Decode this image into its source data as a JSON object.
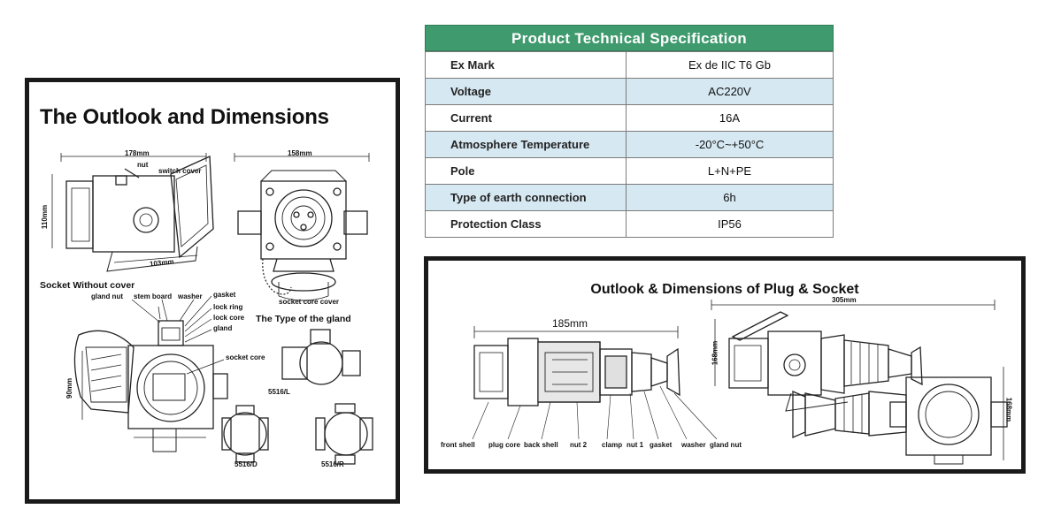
{
  "left": {
    "title": "The Outlook and Dimensions",
    "dims": {
      "w178": "178mm",
      "w158": "158mm",
      "h110": "110mm",
      "w103": "103mm",
      "h90": "90mm"
    },
    "parts": {
      "nut": "nut",
      "switch_cover": "switch cover",
      "socket_core_cover": "socket core cover"
    },
    "socket_without_cover": "Socket Without cover",
    "socket_parts": {
      "gland_nut": "gland nut",
      "stem_board": "stem board",
      "washer": "washer",
      "gasket": "gasket",
      "lock_ring": "lock ring",
      "lock_core": "lock core",
      "gland": "gland",
      "socket_core": "socket core"
    },
    "gland_title": "The Type of the gland",
    "gland_types": {
      "l": "5516/L",
      "d": "5516/D",
      "r": "5516/R"
    }
  },
  "spec": {
    "header": "Product Technical Specification",
    "rows": [
      {
        "key": "Ex Mark",
        "value": "Ex de IIC T6 Gb"
      },
      {
        "key": "Voltage",
        "value": "AC220V"
      },
      {
        "key": "Current",
        "value": "16A"
      },
      {
        "key": "Atmosphere Temperature",
        "value": "-20°C~+50°C"
      },
      {
        "key": "Pole",
        "value": "L+N+PE"
      },
      {
        "key": "Type of earth connection",
        "value": "6h"
      },
      {
        "key": "Protection Class",
        "value": "IP56"
      }
    ]
  },
  "right": {
    "title": "Outlook & Dimensions of Plug & Socket",
    "dims": {
      "w185": "185mm",
      "w305": "305mm",
      "h168": "168mm",
      "h168b": "168mm"
    },
    "plug_parts": {
      "front_shell": "front shell",
      "plug_core": "plug core",
      "back_shell": "back shell",
      "nut2": "nut 2",
      "clamp": "clamp",
      "nut1": "nut 1",
      "gasket": "gasket",
      "washer": "washer",
      "gland_nut": "gland nut"
    }
  }
}
